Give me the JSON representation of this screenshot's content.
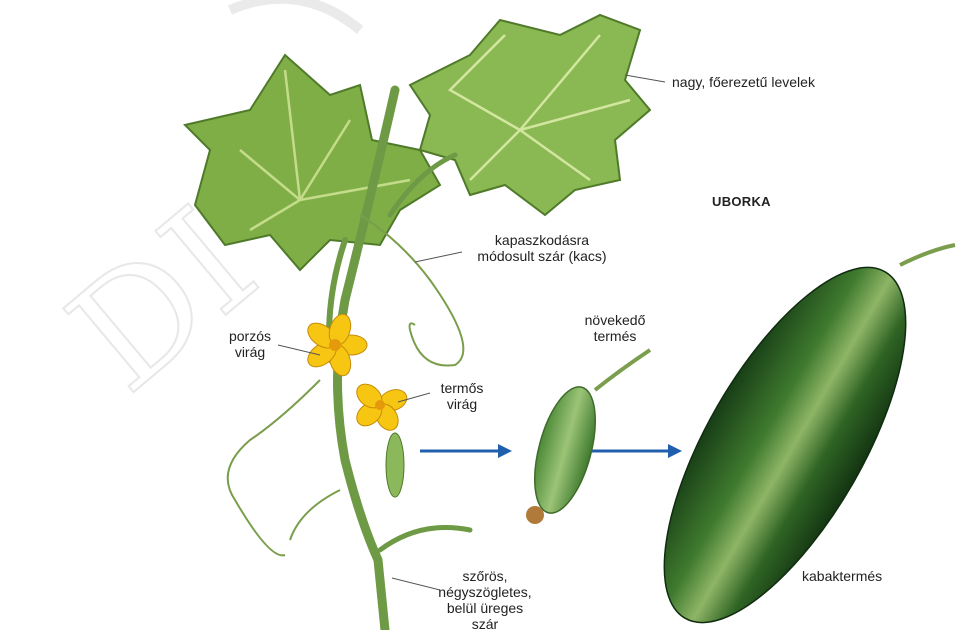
{
  "title": "UBORKA",
  "labels": {
    "leaves": "nagy, főerezetű levelek",
    "tendril_line1": "kapaszkodásra",
    "tendril_line2": "módosult szár (kacs)",
    "male_flower_line1": "porzós",
    "male_flower_line2": "virág",
    "female_flower_line1": "termős",
    "female_flower_line2": "virág",
    "growing_fruit_line1": "növekedő",
    "growing_fruit_line2": "termés",
    "stem_line1": "szőrös,",
    "stem_line2": "négyszögletes,",
    "stem_line3": "belül üreges",
    "stem_line4": "szár",
    "mature_fruit": "kabaktermés"
  },
  "watermark": "DI",
  "colors": {
    "leaf": "#6f9f3a",
    "leaf_light": "#a9c96a",
    "stem": "#6e9a45",
    "flower": "#f7c613",
    "arrow": "#1f5fae",
    "fruit_dark": "#1f4b1c",
    "fruit_light": "#8fb566"
  }
}
